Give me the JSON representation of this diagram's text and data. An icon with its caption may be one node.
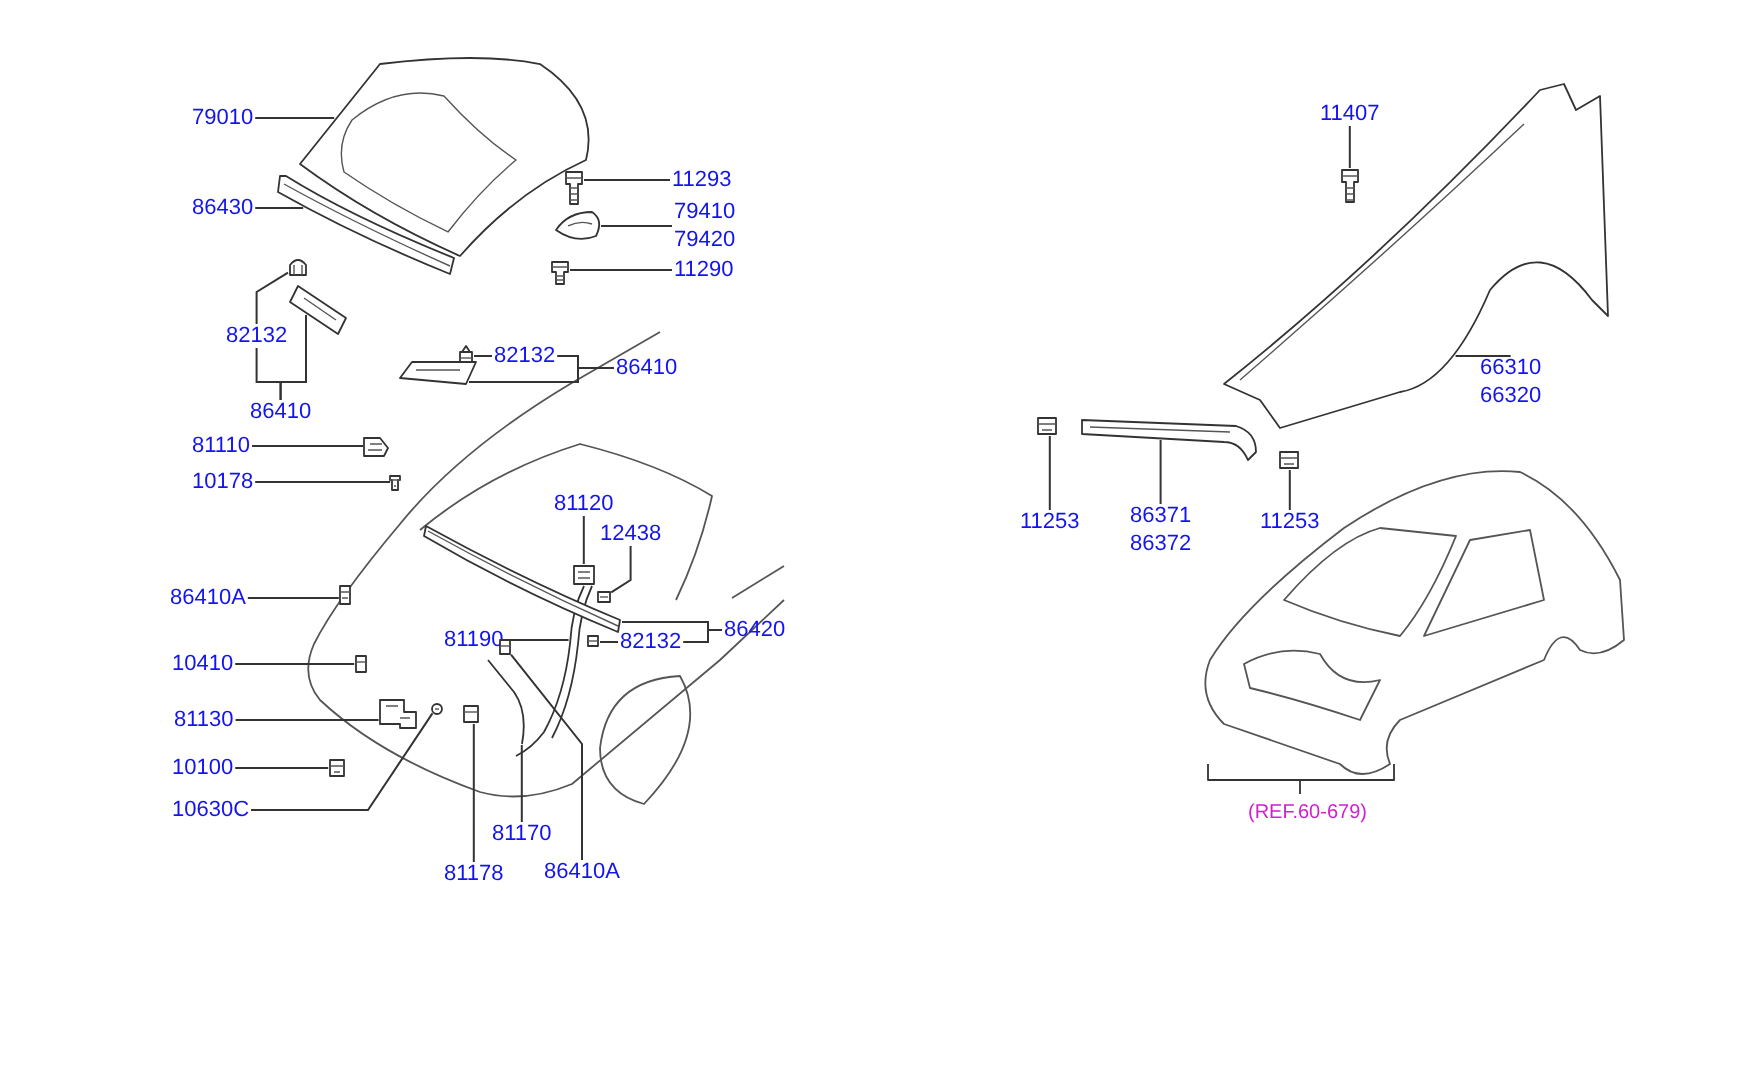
{
  "diagram": {
    "nodes": [
      {
        "text": [
          "79010"
        ]
      },
      {
        "text": [
          "86430"
        ]
      },
      {
        "text": [
          "11293"
        ]
      },
      {
        "text": [
          "79410",
          "79420"
        ]
      },
      {
        "text": [
          "11290"
        ]
      },
      {
        "text": [
          "82132"
        ]
      },
      {
        "text": [
          "86410"
        ]
      },
      {
        "text": [
          "82132"
        ]
      },
      {
        "text": [
          "86410"
        ]
      },
      {
        "text": [
          "81110"
        ]
      },
      {
        "text": [
          "10178"
        ]
      },
      {
        "text": [
          "81120"
        ]
      },
      {
        "text": [
          "12438"
        ]
      },
      {
        "text": [
          "86410A"
        ]
      },
      {
        "text": [
          "10410"
        ]
      },
      {
        "text": [
          "81190"
        ]
      },
      {
        "text": [
          "82132"
        ]
      },
      {
        "text": [
          "86420"
        ]
      },
      {
        "text": [
          "81130"
        ]
      },
      {
        "text": [
          "10100"
        ]
      },
      {
        "text": [
          "10630C"
        ]
      },
      {
        "text": [
          "81178"
        ]
      },
      {
        "text": [
          "81170"
        ]
      },
      {
        "text": [
          "86410A"
        ]
      },
      {
        "text": [
          "11407"
        ]
      },
      {
        "text": [
          "66310",
          "66320"
        ]
      },
      {
        "text": [
          "11253"
        ]
      },
      {
        "text": [
          "86371",
          "86372"
        ]
      },
      {
        "text": [
          "11253"
        ]
      },
      {
        "text": [],
        "shape": "picture"
      },
      {
        "text": [],
        "shape": "picture"
      },
      {
        "text": [],
        "shape": "picture"
      },
      {
        "text": [],
        "shape": "picture"
      },
      {
        "text": [],
        "shape": "picture"
      },
      {
        "text": [],
        "shape": "picture"
      },
      {
        "text": [],
        "shape": "picture"
      },
      {
        "text": [],
        "shape": "picture"
      },
      {
        "text": [],
        "shape": "picture"
      },
      {
        "text": [],
        "shape": "picture"
      },
      {
        "text": [],
        "shape": "picture"
      },
      {
        "text": [],
        "shape": "picture"
      },
      {
        "text": [],
        "shape": "picture"
      },
      {
        "text": [],
        "shape": "picture"
      },
      {
        "text": [],
        "shape": "picture"
      },
      {
        "text": [],
        "shape": "picture"
      },
      {
        "text": [],
        "shape": "picture"
      },
      {
        "text": [],
        "shape": "picture"
      },
      {
        "text": [],
        "shape": "picture"
      },
      {
        "text": [],
        "shape": "picture"
      },
      {
        "text": [],
        "shape": "picture"
      },
      {
        "text": [],
        "shape": "picture"
      },
      {
        "text": [],
        "shape": "picture"
      },
      {
        "text": [],
        "shape": "picture"
      },
      {
        "text": [],
        "shape": "picture"
      },
      {
        "text": [],
        "shape": "picture"
      },
      {
        "text": [],
        "shape": "picture"
      },
      {
        "text": [],
        "shape": "picture"
      },
      {
        "text": [],
        "shape": "picture"
      }
    ],
    "edges": [
      {
        "from": 0,
        "to": 29,
        "arrow": "none"
      },
      {
        "from": 1,
        "to": 30,
        "arrow": "none"
      },
      {
        "from": 2,
        "to": 31,
        "arrow": "none"
      },
      {
        "from": 3,
        "to": 32,
        "arrow": "none"
      },
      {
        "from": 4,
        "to": 33,
        "arrow": "none"
      },
      {
        "from": 5,
        "to": 34,
        "arrow": "none"
      },
      {
        "from": 6,
        "to": 35,
        "arrow": "none"
      },
      {
        "from": 7,
        "to": 36,
        "arrow": "none"
      },
      {
        "from": 8,
        "to": 37,
        "arrow": "none"
      },
      {
        "from": 9,
        "to": 38,
        "arrow": "none"
      },
      {
        "from": 10,
        "to": 39,
        "arrow": "none"
      },
      {
        "from": 11,
        "to": 40,
        "arrow": "none"
      },
      {
        "from": 12,
        "to": 41,
        "arrow": "none"
      },
      {
        "from": 13,
        "to": 42,
        "arrow": "none"
      },
      {
        "from": 14,
        "to": 43,
        "arrow": "none"
      },
      {
        "from": 15,
        "to": 44,
        "arrow": "none"
      },
      {
        "from": 16,
        "to": 45,
        "arrow": "none"
      },
      {
        "from": 17,
        "to": 46,
        "arrow": "none"
      },
      {
        "from": 18,
        "to": 47,
        "arrow": "none"
      },
      {
        "from": 19,
        "to": 48,
        "arrow": "none"
      },
      {
        "from": 20,
        "to": 49,
        "arrow": "none"
      },
      {
        "from": 21,
        "to": 50,
        "arrow": "none"
      },
      {
        "from": 22,
        "to": 51,
        "arrow": "none"
      },
      {
        "from": 23,
        "to": 52,
        "arrow": "none"
      },
      {
        "from": 24,
        "to": 53,
        "arrow": "none"
      },
      {
        "from": 25,
        "to": 54,
        "arrow": "none"
      },
      {
        "from": 26,
        "to": 55,
        "arrow": "none"
      },
      {
        "from": 27,
        "to": 56,
        "arrow": "none"
      },
      {
        "from": 28,
        "to": 57,
        "arrow": "none"
      },
      {
        "from": 6,
        "to": 5,
        "arrow": "none"
      },
      {
        "from": 8,
        "to": 7,
        "arrow": "none"
      },
      {
        "from": 17,
        "to": 16,
        "arrow": "none"
      }
    ],
    "labels": [
      "(REF.60-679)"
    ]
  }
}
